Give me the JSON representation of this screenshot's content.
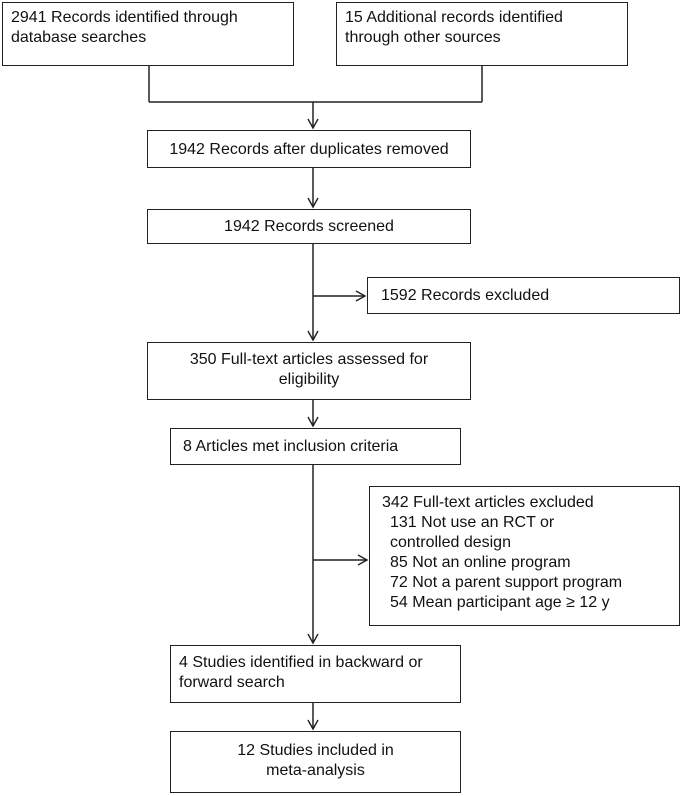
{
  "boxes": {
    "database": "2941 Records identified through database searches",
    "other_sources": "15 Additional records identified through other sources",
    "after_duplicates": "1942 Records after duplicates removed",
    "screened": "1942 Records screened",
    "records_excluded": "1592 Records excluded",
    "fulltext_assessed": "350 Full-text articles assessed for eligibility",
    "met_criteria": "8 Articles met inclusion criteria",
    "backward_forward": "4 Studies identified in backward or forward search",
    "included": "12 Studies included in meta-analysis"
  },
  "fulltext_excluded": {
    "heading": "342 Full-text articles excluded",
    "reasons": [
      "131 Not use an RCT or controlled design",
      "85 Not an online program",
      "72 Not a parent support program",
      "54 Mean participant age ≥ 12 y"
    ]
  }
}
